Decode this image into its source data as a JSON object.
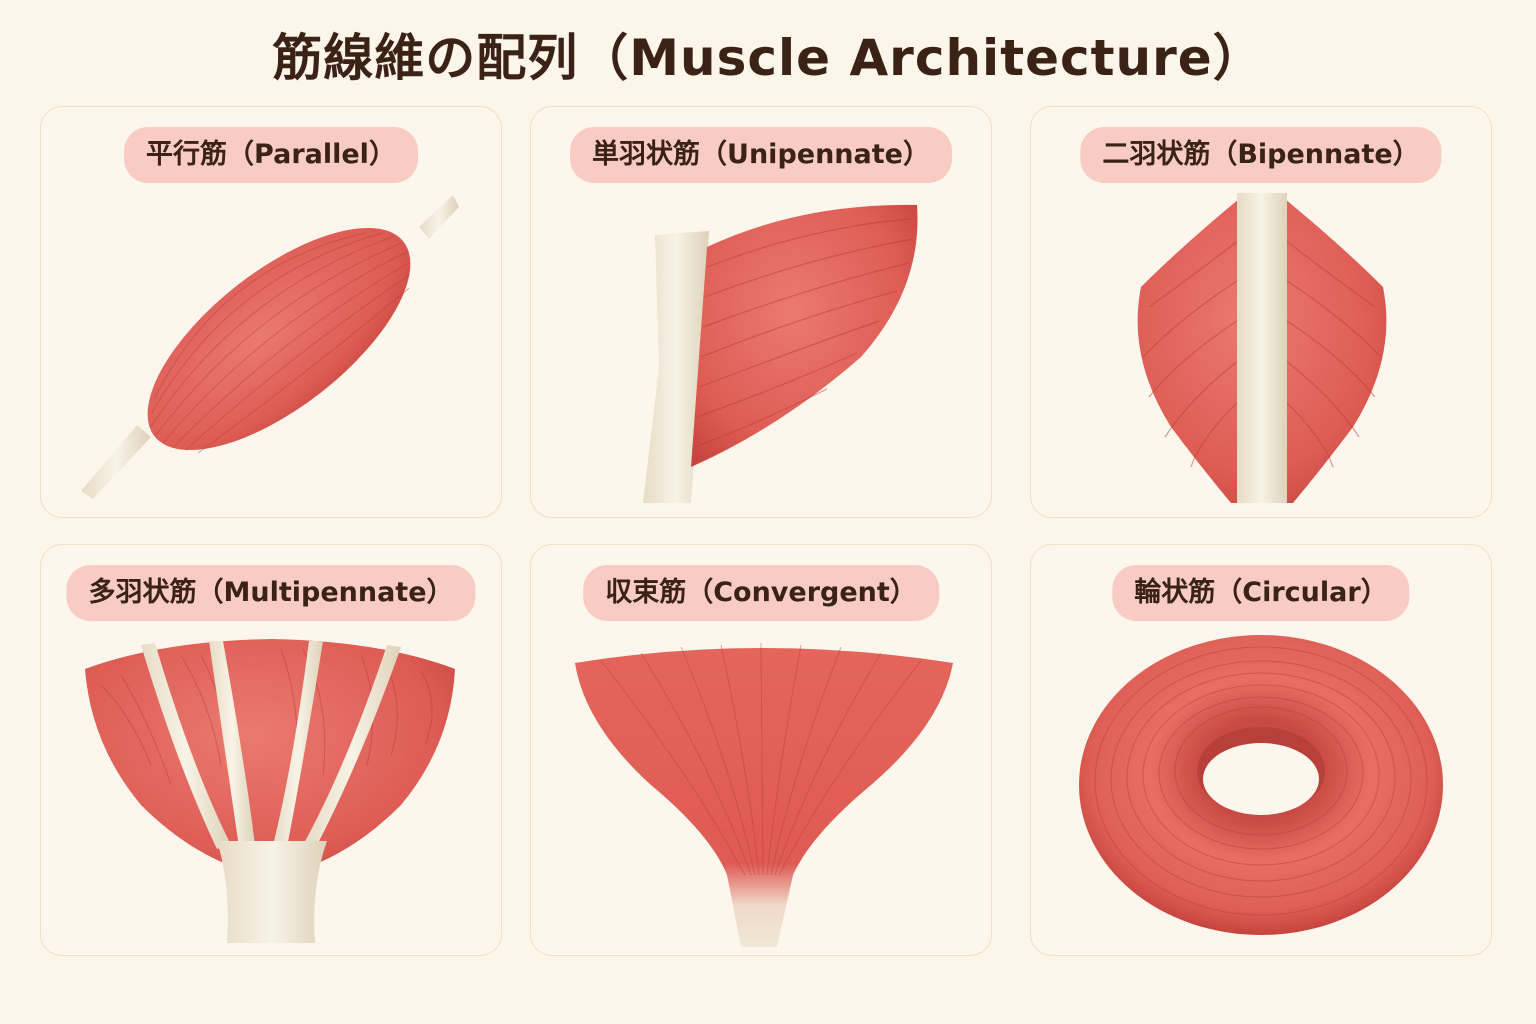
{
  "title": "筋線維の配列（Muscle Architecture）",
  "panels": [
    {
      "label": "平行筋（Parallel）",
      "icon": "parallel-muscle-illustration"
    },
    {
      "label": "単羽状筋（Unipennate）",
      "icon": "unipennate-muscle-illustration"
    },
    {
      "label": "二羽状筋（Bipennate）",
      "icon": "bipennate-muscle-illustration"
    },
    {
      "label": "多羽状筋（Multipennate）",
      "icon": "multipennate-muscle-illustration"
    },
    {
      "label": "収束筋（Convergent）",
      "icon": "convergent-muscle-illustration"
    },
    {
      "label": "輪状筋（Circular）",
      "icon": "circular-muscle-illustration"
    }
  ],
  "colors": {
    "background": "#fbf5ea",
    "muscle": "#e2625a",
    "muscle_dark": "#c9463f",
    "tendon": "#efe8d6",
    "label_bg": "#f8ccc3",
    "border": "#f1dfc6"
  }
}
